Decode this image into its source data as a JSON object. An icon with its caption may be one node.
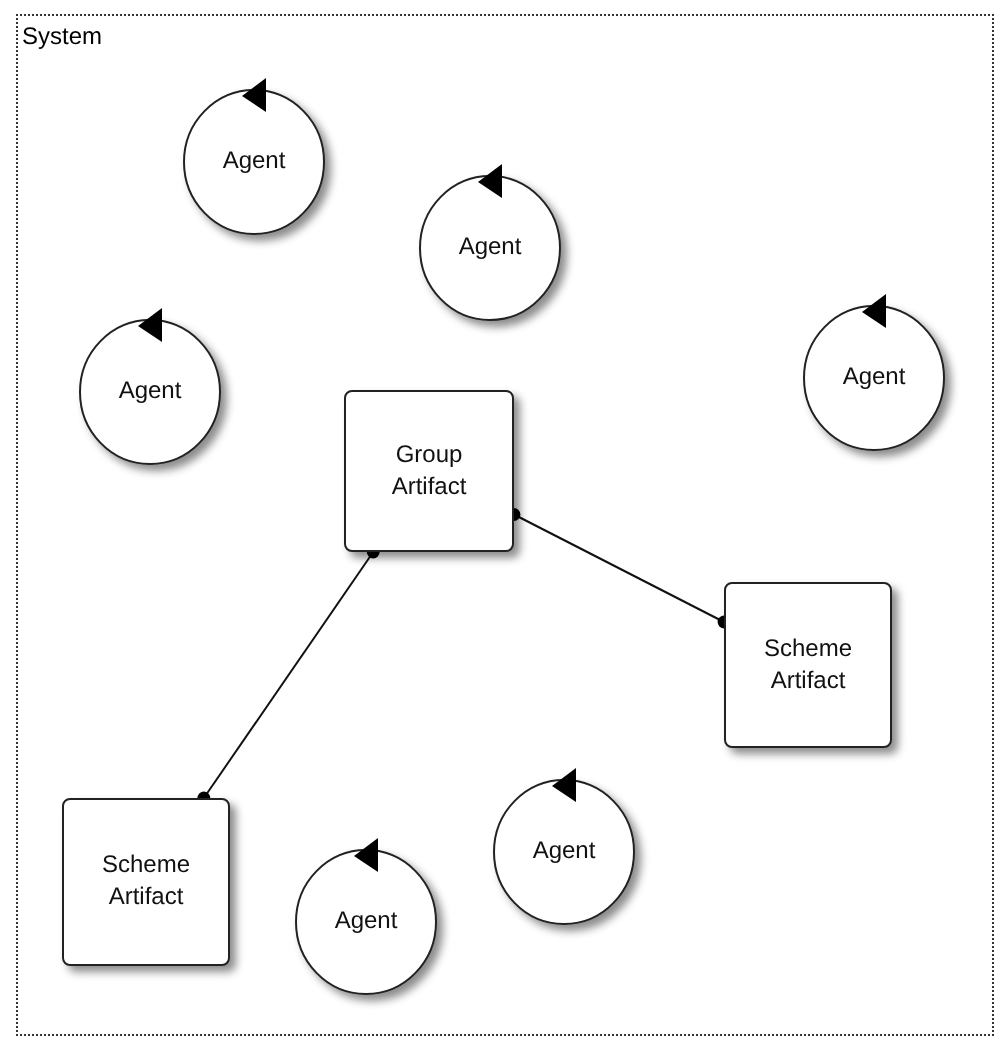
{
  "diagram": {
    "nodes": [
      {
        "text": [
          "System"
        ]
      },
      {
        "text": [
          "Agent"
        ],
        "in": 0
      },
      {
        "text": [
          "Agent"
        ],
        "in": 0
      },
      {
        "text": [
          "Agent"
        ],
        "in": 0
      },
      {
        "text": [
          "Agent"
        ],
        "in": 0
      },
      {
        "text": [
          "Group Artifact"
        ],
        "in": 0
      },
      {
        "text": [
          "Scheme Artifact"
        ],
        "in": 0
      },
      {
        "text": [
          "Scheme Artifact"
        ],
        "in": 0
      },
      {
        "text": [
          "Agent"
        ],
        "in": 0
      },
      {
        "text": [
          "Agent"
        ],
        "in": 0
      }
    ],
    "edges": [
      {
        "from": 5,
        "to": 6,
        "arrow": "other"
      },
      {
        "from": 5,
        "to": 7,
        "arrow": "other"
      }
    ]
  }
}
